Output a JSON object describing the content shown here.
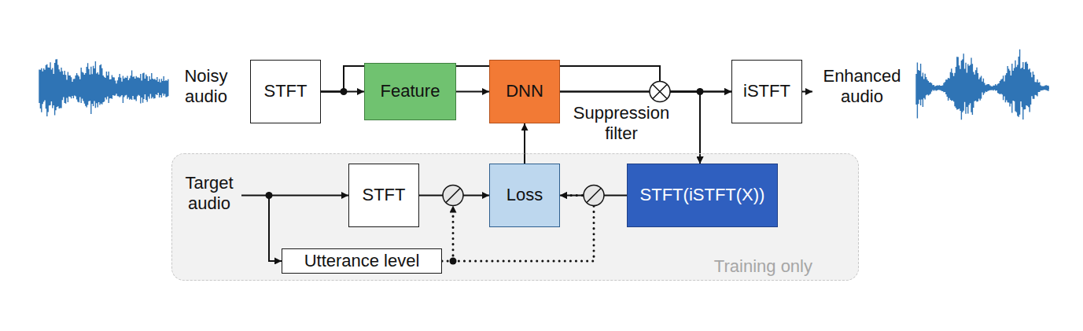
{
  "diagram": {
    "nodes": [
      {
        "text": [
          "STFT"
        ]
      },
      {
        "text": [
          "Feature"
        ]
      },
      {
        "text": [
          "DNN"
        ]
      },
      {
        "text": [
          "iSTFT"
        ]
      },
      {
        "text": [
          "Training only"
        ]
      },
      {
        "text": [
          "STFT"
        ],
        "in": 4
      },
      {
        "text": [
          "Loss"
        ],
        "in": 4
      },
      {
        "text": [
          "STFT(iSTFT(X))"
        ],
        "in": 4
      },
      {
        "text": [
          "Utterance level"
        ],
        "in": 4
      }
    ],
    "edges": [
      {
        "from": 0,
        "to": 1,
        "arrow": "to"
      },
      {
        "from": 1,
        "to": 2,
        "arrow": "to"
      },
      {
        "from": 0,
        "to": 3,
        "arrow": "to"
      },
      {
        "from": 0,
        "to": 7,
        "arrow": "to"
      },
      {
        "from": 2,
        "to": 3,
        "arrow": "to"
      },
      {
        "from": 2,
        "to": 7,
        "arrow": "to"
      },
      {
        "from": 6,
        "to": 2,
        "arrow": "to"
      },
      {
        "from": 5,
        "to": 6,
        "arrow": "to"
      },
      {
        "from": 7,
        "to": 6,
        "arrow": "to"
      },
      {
        "from": 8,
        "to": 6,
        "arrow": "to"
      }
    ],
    "labels": [
      "Noisy audio",
      "Suppression filter",
      "Enhanced audio",
      "Target audio"
    ]
  }
}
